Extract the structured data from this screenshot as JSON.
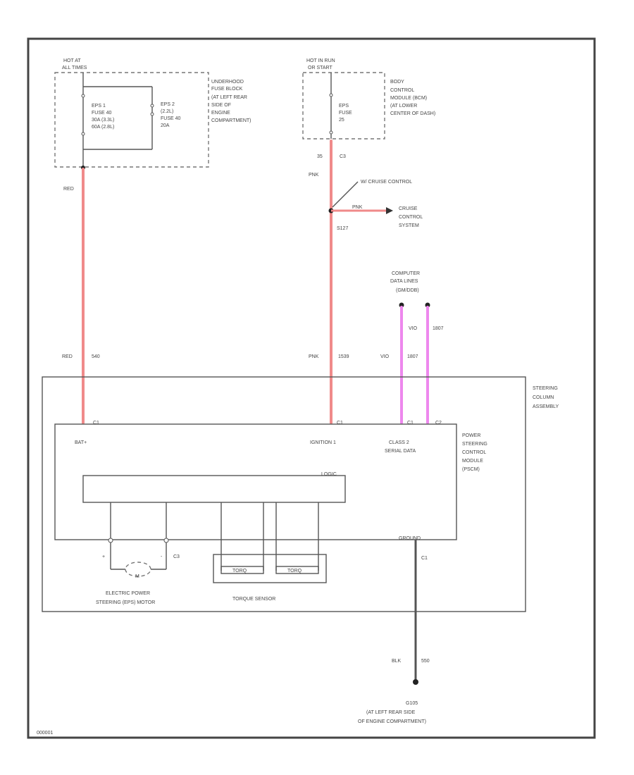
{
  "colors": {
    "red_wire": "#f08a8a",
    "pink_wire": "#f08a8a",
    "violet_wire": "#ee88ee",
    "black_wire": "#555555"
  },
  "fuse_block": {
    "hot_label": [
      "HOT AT",
      "ALL TIMES"
    ],
    "fuse1": [
      "EPS 1",
      "FUSE 40",
      "30A (3.3L)",
      "60A (2.8L)"
    ],
    "fuse2": [
      "EPS 2",
      "(2.2L)",
      "FUSE 40",
      "20A"
    ],
    "location": [
      "UNDERHOOD",
      "FUSE BLOCK",
      "(AT LEFT REAR",
      "SIDE OF",
      "ENGINE",
      "COMPARTMENT)"
    ]
  },
  "bcm": {
    "hot_label": [
      "HOT IN RUN",
      "OR START"
    ],
    "fuse": [
      "EPS",
      "FUSE",
      "25"
    ],
    "location": [
      "BODY",
      "CONTROL",
      "MODULE (BCM)",
      "(AT LOWER",
      "CENTER OF DASH)"
    ],
    "pin": "35",
    "conn": "C3"
  },
  "wires": {
    "red_top": "RED",
    "red_bottom": "RED",
    "red_circuit": "540",
    "pnk_top": "PNK",
    "pnk_bottom": "PNK",
    "pnk_circuit": "1539",
    "splice": "S127",
    "branch_color": "PNK",
    "vio_color": "VIO",
    "vio_circuit": "1807",
    "blk_color": "BLK",
    "blk_circuit": "550"
  },
  "cruise": {
    "note": "W/ CRUISE CONTROL",
    "target": [
      "CRUISE",
      "CONTROL",
      "SYSTEM"
    ]
  },
  "data_lines": [
    "COMPUTER",
    "DATA LINES",
    "(GM/DDB)"
  ],
  "assembly": [
    "STEERING",
    "COLUMN",
    "ASSEMBLY"
  ],
  "pscm": {
    "label": [
      "POWER",
      "STEERING",
      "CONTROL",
      "MODULE",
      "(PSCM)"
    ],
    "pins": {
      "batt": {
        "num": "C1",
        "name": "BAT+"
      },
      "ign": {
        "num": "C1",
        "name": "IGNITION 1"
      },
      "data1": {
        "num": "C1",
        "name": ""
      },
      "data2": {
        "num": "C2",
        "name": ""
      },
      "data_name": [
        "CLASS 2",
        "SERIAL DATA"
      ]
    },
    "logic": "LOGIC",
    "ground": "GROUND",
    "ground_conn": "C1"
  },
  "motor": {
    "plus": "+",
    "minus": "-",
    "conn": "C3",
    "symbol": "M",
    "label": [
      "ELECTRIC POWER",
      "STEERING (EPS) MOTOR"
    ]
  },
  "torque": {
    "label": "TORQUE SENSOR",
    "res1": "TORQ",
    "res2": "TORQ"
  },
  "ground_point": {
    "name": "G105",
    "location": [
      "(AT LEFT REAR SIDE",
      "OF ENGINE COMPARTMENT)"
    ]
  },
  "figure_id": "000001"
}
